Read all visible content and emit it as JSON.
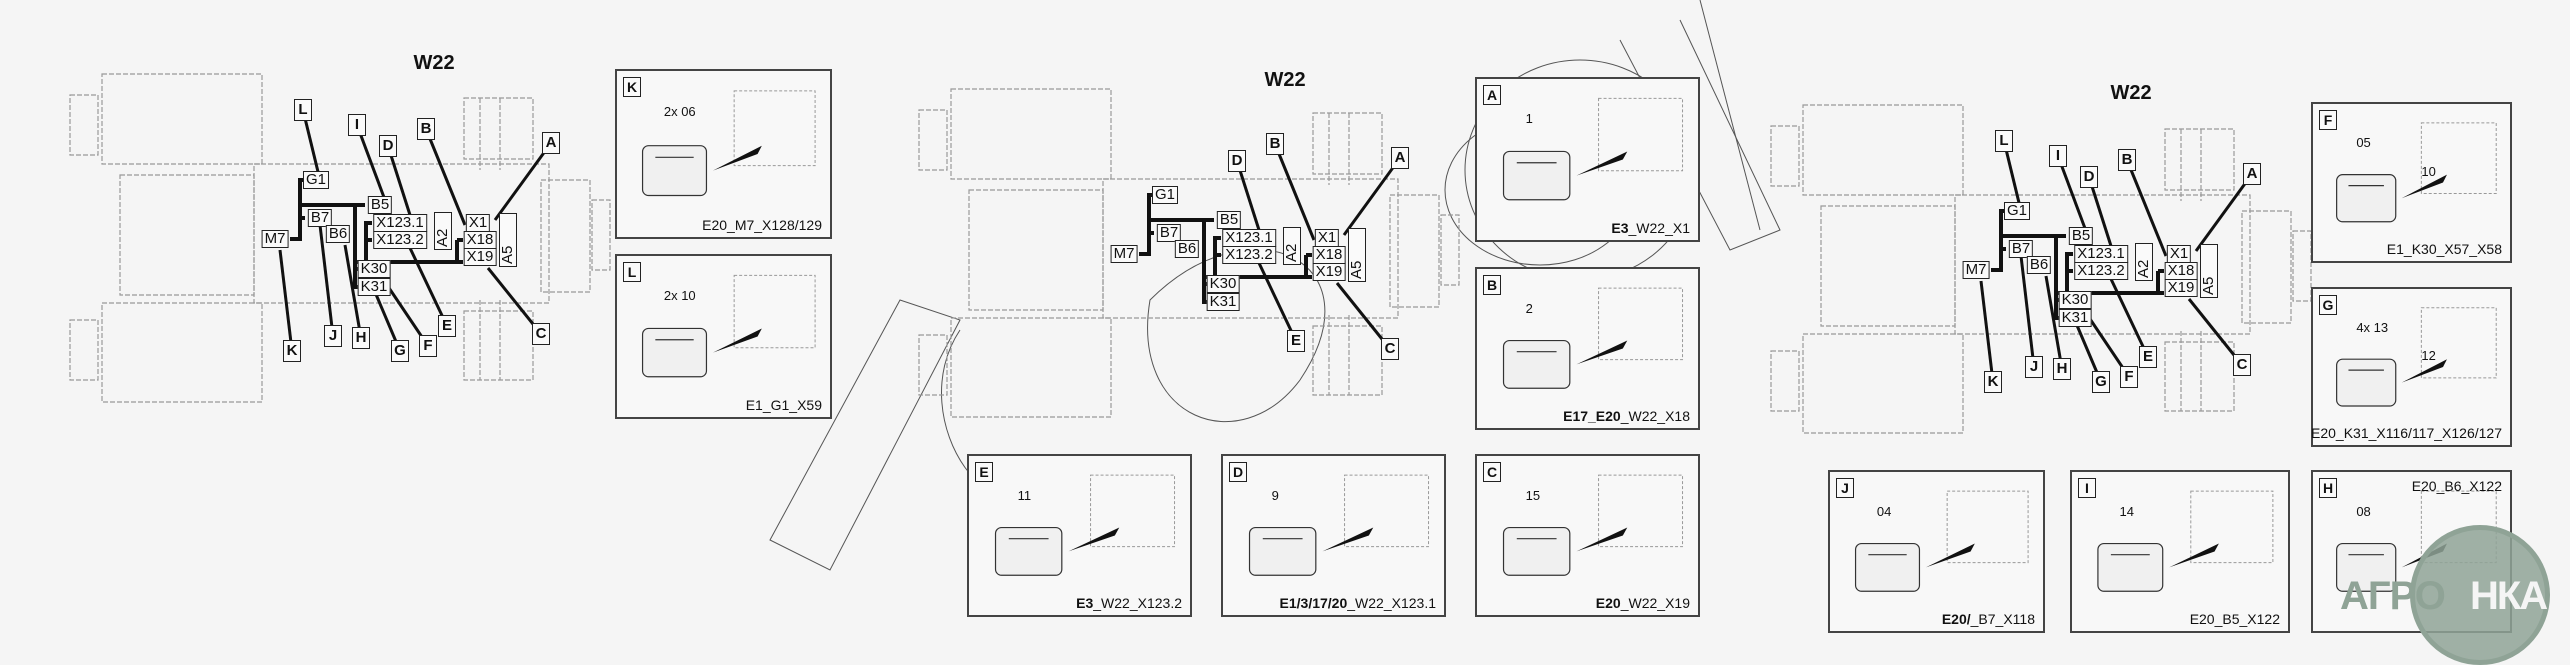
{
  "diagrams": [
    {
      "title": "W22",
      "components": [
        "G1",
        "B5",
        "B7",
        "M7",
        "B6",
        "X123.1",
        "X123.2",
        "A2",
        "X1",
        "X18",
        "X19",
        "A5",
        "K30",
        "K31"
      ],
      "callouts": [
        "L",
        "I",
        "D",
        "B",
        "A",
        "C",
        "E",
        "F",
        "G",
        "H",
        "J",
        "K"
      ]
    },
    {
      "title": "W22",
      "components": [
        "G1",
        "B5",
        "B7",
        "M7",
        "B6",
        "X123.1",
        "X123.2",
        "A2",
        "X1",
        "X18",
        "X19",
        "A5",
        "K30",
        "K31"
      ],
      "callouts": [
        "D",
        "B",
        "A",
        "C",
        "E"
      ]
    },
    {
      "title": "W22",
      "components": [
        "G1",
        "B5",
        "B7",
        "M7",
        "B6",
        "X123.1",
        "X123.2",
        "A2",
        "X1",
        "X18",
        "X19",
        "A5",
        "K30",
        "K31"
      ],
      "callouts": [
        "L",
        "I",
        "D",
        "B",
        "A",
        "C",
        "E",
        "F",
        "G",
        "H",
        "J",
        "K"
      ]
    }
  ],
  "panels": {
    "K": {
      "tag": "K",
      "parts": [
        "2x 06"
      ],
      "caption_bold": "",
      "caption": "E20_M7_X128/129"
    },
    "L": {
      "tag": "L",
      "parts": [
        "2x 10"
      ],
      "caption_bold": "",
      "caption": "E1_G1_X59"
    },
    "A": {
      "tag": "A",
      "parts": [
        "1"
      ],
      "caption_bold": "E3",
      "caption": "_W22_X1"
    },
    "B": {
      "tag": "B",
      "parts": [
        "2"
      ],
      "caption_bold": "E17_E20",
      "caption": "_W22_X18"
    },
    "C": {
      "tag": "C",
      "parts": [
        "15"
      ],
      "caption_bold": "E20",
      "caption": "_W22_X19"
    },
    "E": {
      "tag": "E",
      "parts": [
        "11"
      ],
      "caption_bold": "E3",
      "caption": "_W22_X123.2"
    },
    "D": {
      "tag": "D",
      "parts": [
        "9"
      ],
      "caption_bold": "E1/3/17/20",
      "caption": "_W22_X123.1"
    },
    "F": {
      "tag": "F",
      "parts": [
        "05",
        "10"
      ],
      "caption_bold": "",
      "caption": "E1_K30_X57_X58"
    },
    "G": {
      "tag": "G",
      "parts": [
        "4x 13",
        "12"
      ],
      "caption_bold": "",
      "caption": "E20_K31_X116/117_X126/127"
    },
    "J": {
      "tag": "J",
      "parts": [
        "04"
      ],
      "caption_bold": "E20/",
      "caption": "_B7_X118"
    },
    "I": {
      "tag": "I",
      "parts": [
        "14"
      ],
      "caption_bold": "",
      "caption": "E20_B5_X122"
    },
    "H": {
      "tag": "H",
      "parts": [
        "08"
      ],
      "caption_bold": "",
      "caption": "E20_B6_X122"
    }
  },
  "logo": {
    "text_left": "АГРО",
    "text_right": "НКА",
    "color": "#8fa396"
  }
}
